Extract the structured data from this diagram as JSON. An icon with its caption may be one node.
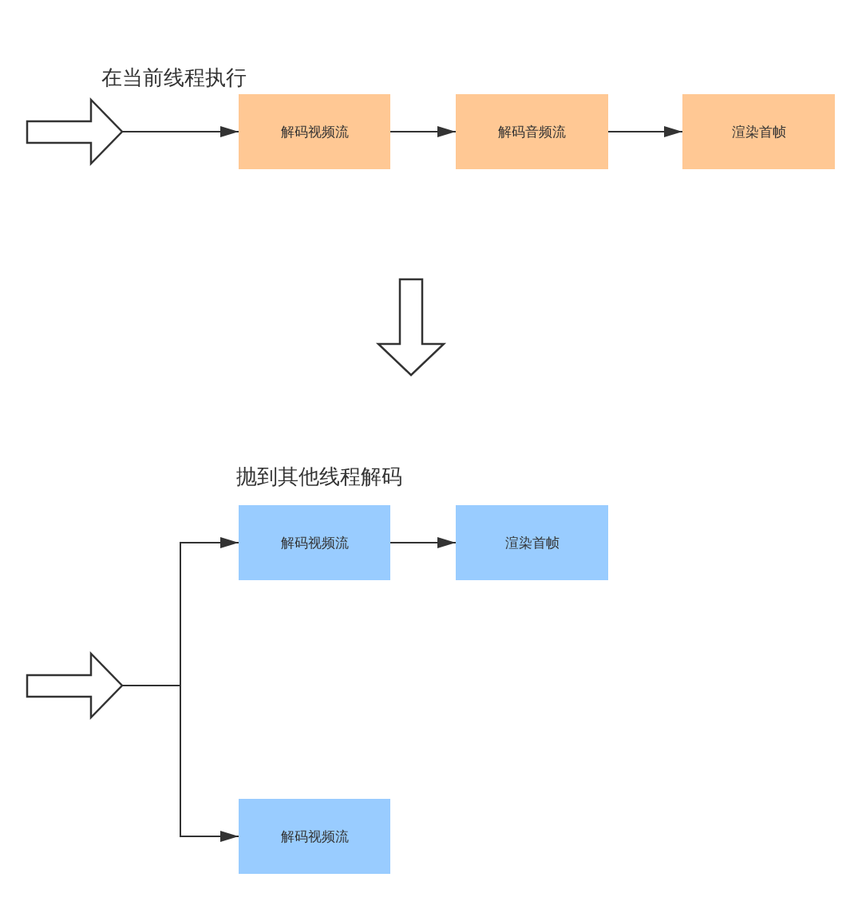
{
  "diagram": {
    "nodes": [
      {
        "text": [],
        "shape": "arrow"
      },
      {
        "text": [
          "解码视频流"
        ]
      },
      {
        "text": [
          "解码音频流"
        ]
      },
      {
        "text": [
          "渲染首帧"
        ]
      },
      {
        "text": [],
        "shape": "arrow"
      },
      {
        "text": [
          "解码视频流"
        ]
      },
      {
        "text": [
          "渲染首帧"
        ]
      },
      {
        "text": [
          "解码视频流"
        ]
      }
    ],
    "edges": [
      {
        "from": 0,
        "to": 1,
        "arrow": "to"
      },
      {
        "from": 1,
        "to": 2,
        "arrow": "to"
      },
      {
        "from": 2,
        "to": 3,
        "arrow": "to"
      },
      {
        "from": 4,
        "to": 5,
        "arrow": "to"
      },
      {
        "from": 5,
        "to": 6,
        "arrow": "to"
      },
      {
        "from": 4,
        "to": 7,
        "arrow": "to"
      }
    ],
    "labels": [
      "在当前线程执行",
      "抛到其他线程解码"
    ]
  }
}
